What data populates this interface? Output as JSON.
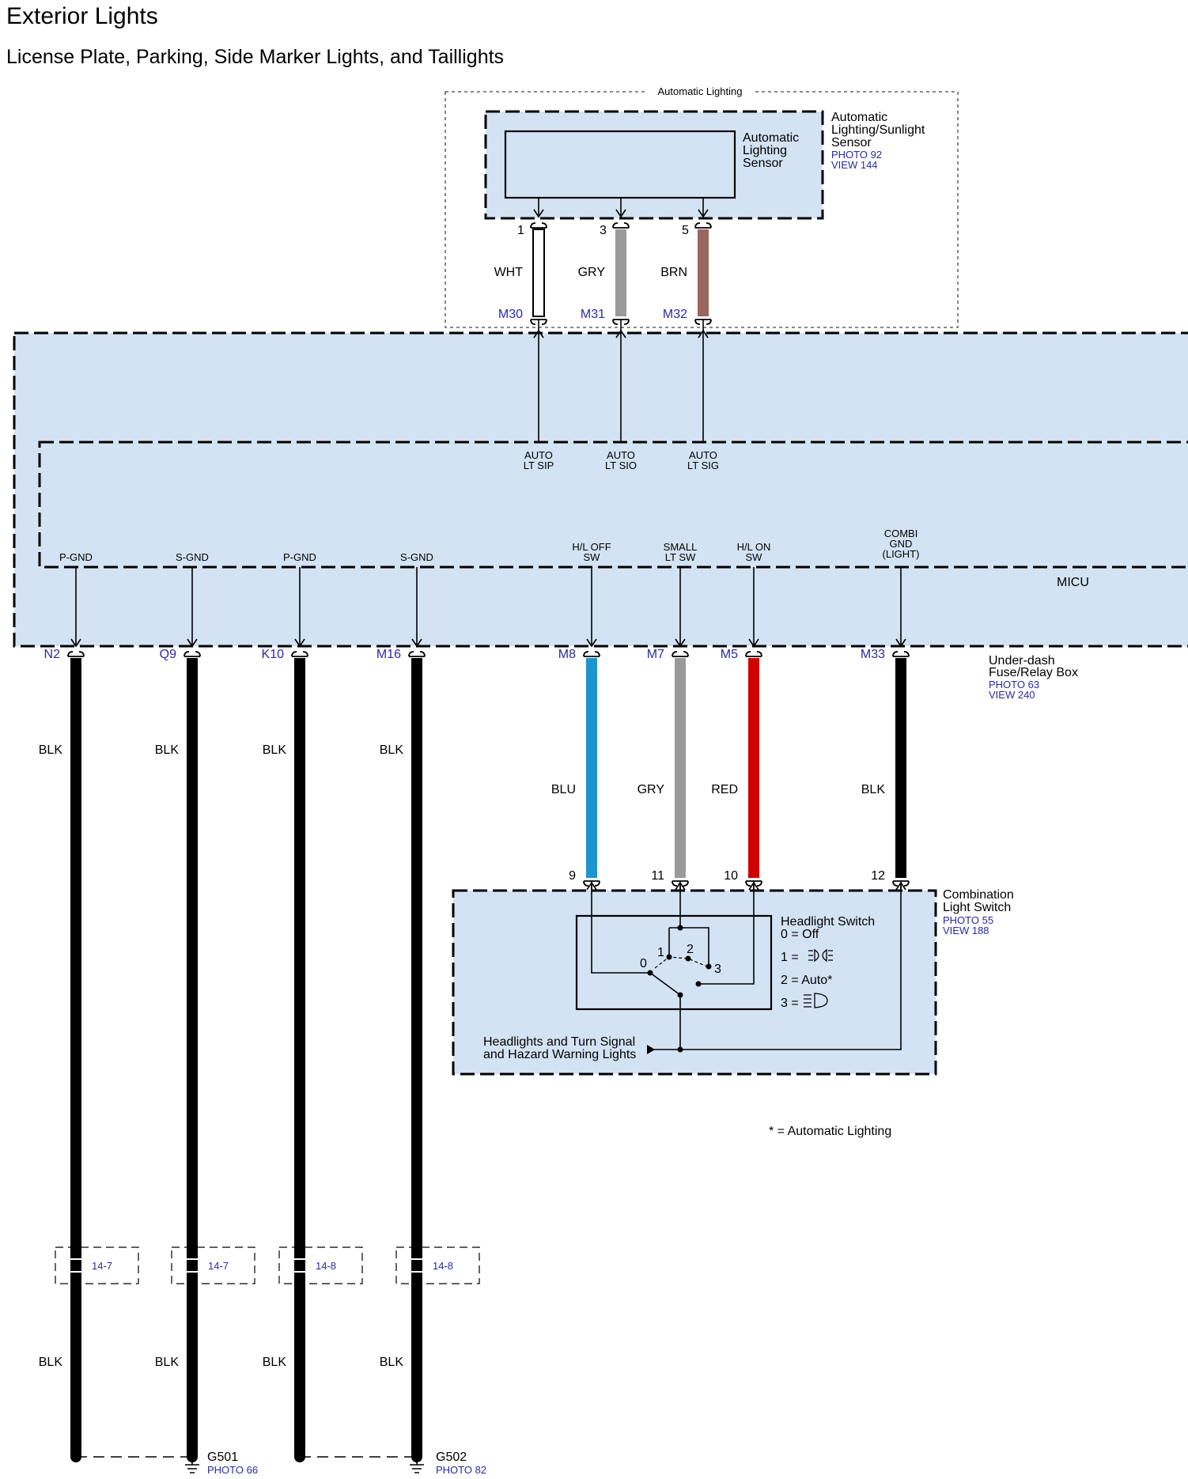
{
  "title": "Exterior Lights",
  "subtitle": "License Plate, Parking, Side Marker Lights, and Taillights",
  "automatic_lighting": {
    "group_label": "Automatic Lighting",
    "component_line1": "Automatic",
    "component_line2": "Lighting/Sunlight",
    "component_line3": "Sensor",
    "photo": "PHOTO 92",
    "view": "VIEW 144",
    "inner_line1": "Automatic",
    "inner_line2": "Lighting",
    "inner_line3": "Sensor"
  },
  "sensor_wires": [
    {
      "pin": "1",
      "color_name": "WHT",
      "connector": "M30",
      "micu_l1": "AUTO",
      "micu_l2": "LT SIP",
      "hex": "#ffffff"
    },
    {
      "pin": "3",
      "color_name": "GRY",
      "connector": "M31",
      "micu_l1": "AUTO",
      "micu_l2": "LT SIO",
      "hex": "#9a9a9a"
    },
    {
      "pin": "5",
      "color_name": "BRN",
      "connector": "M32",
      "micu_l1": "AUTO",
      "micu_l2": "LT SIG",
      "hex": "#9b6560"
    }
  ],
  "micu": {
    "label": "MICU",
    "box_label_line1": "Under-dash",
    "box_label_line2": "Fuse/Relay Box",
    "photo": "PHOTO 63",
    "view": "VIEW 240"
  },
  "ground_wires": [
    {
      "term": "P-GND",
      "connector": "N2",
      "color_name": "BLK",
      "color_name2": "BLK",
      "splice": "14-7"
    },
    {
      "term": "S-GND",
      "connector": "Q9",
      "color_name": "BLK",
      "color_name2": "BLK",
      "splice": "14-7"
    },
    {
      "term": "P-GND",
      "connector": "K10",
      "color_name": "BLK",
      "color_name2": "BLK",
      "splice": "14-8"
    },
    {
      "term": "S-GND",
      "connector": "M16",
      "color_name": "BLK",
      "color_name2": "BLK",
      "splice": "14-8"
    }
  ],
  "switch_wires": [
    {
      "term_l1": "H/L OFF",
      "term_l2": "SW",
      "term_l3": "",
      "connector": "M8",
      "color_name": "BLU",
      "pin": "9",
      "hex": "#1c95cf"
    },
    {
      "term_l1": "SMALL",
      "term_l2": "LT SW",
      "term_l3": "",
      "connector": "M7",
      "color_name": "GRY",
      "pin": "11",
      "hex": "#9a9a9a"
    },
    {
      "term_l1": "H/L ON",
      "term_l2": "SW",
      "term_l3": "",
      "connector": "M5",
      "color_name": "RED",
      "pin": "10",
      "hex": "#d10000"
    },
    {
      "term_l1": "COMBI",
      "term_l2": "GND",
      "term_l3": "(LIGHT)",
      "connector": "M33",
      "color_name": "BLK",
      "pin": "12",
      "hex": "#000000"
    }
  ],
  "combination_switch": {
    "label_line1": "Combination",
    "label_line2": "Light Switch",
    "photo": "PHOTO 55",
    "view": "VIEW 188",
    "legend_title": "Headlight Switch",
    "legend_0": "0 = Off",
    "legend_1": "1 =",
    "legend_2": "2 = Auto*",
    "legend_3": "3 =",
    "pos_0": "0",
    "pos_1": "1",
    "pos_2": "2",
    "pos_3": "3",
    "output_line1": "Headlights and Turn Signal",
    "output_line2": "and Hazard Warning Lights"
  },
  "footnote": "* =  Automatic Lighting",
  "grounds": [
    {
      "name": "G501",
      "photo": "PHOTO 66"
    },
    {
      "name": "G502",
      "photo": "PHOTO 82"
    }
  ],
  "colors": {
    "box_fill": "#d3e3f4",
    "ref_blue": "#2a2aa8"
  }
}
